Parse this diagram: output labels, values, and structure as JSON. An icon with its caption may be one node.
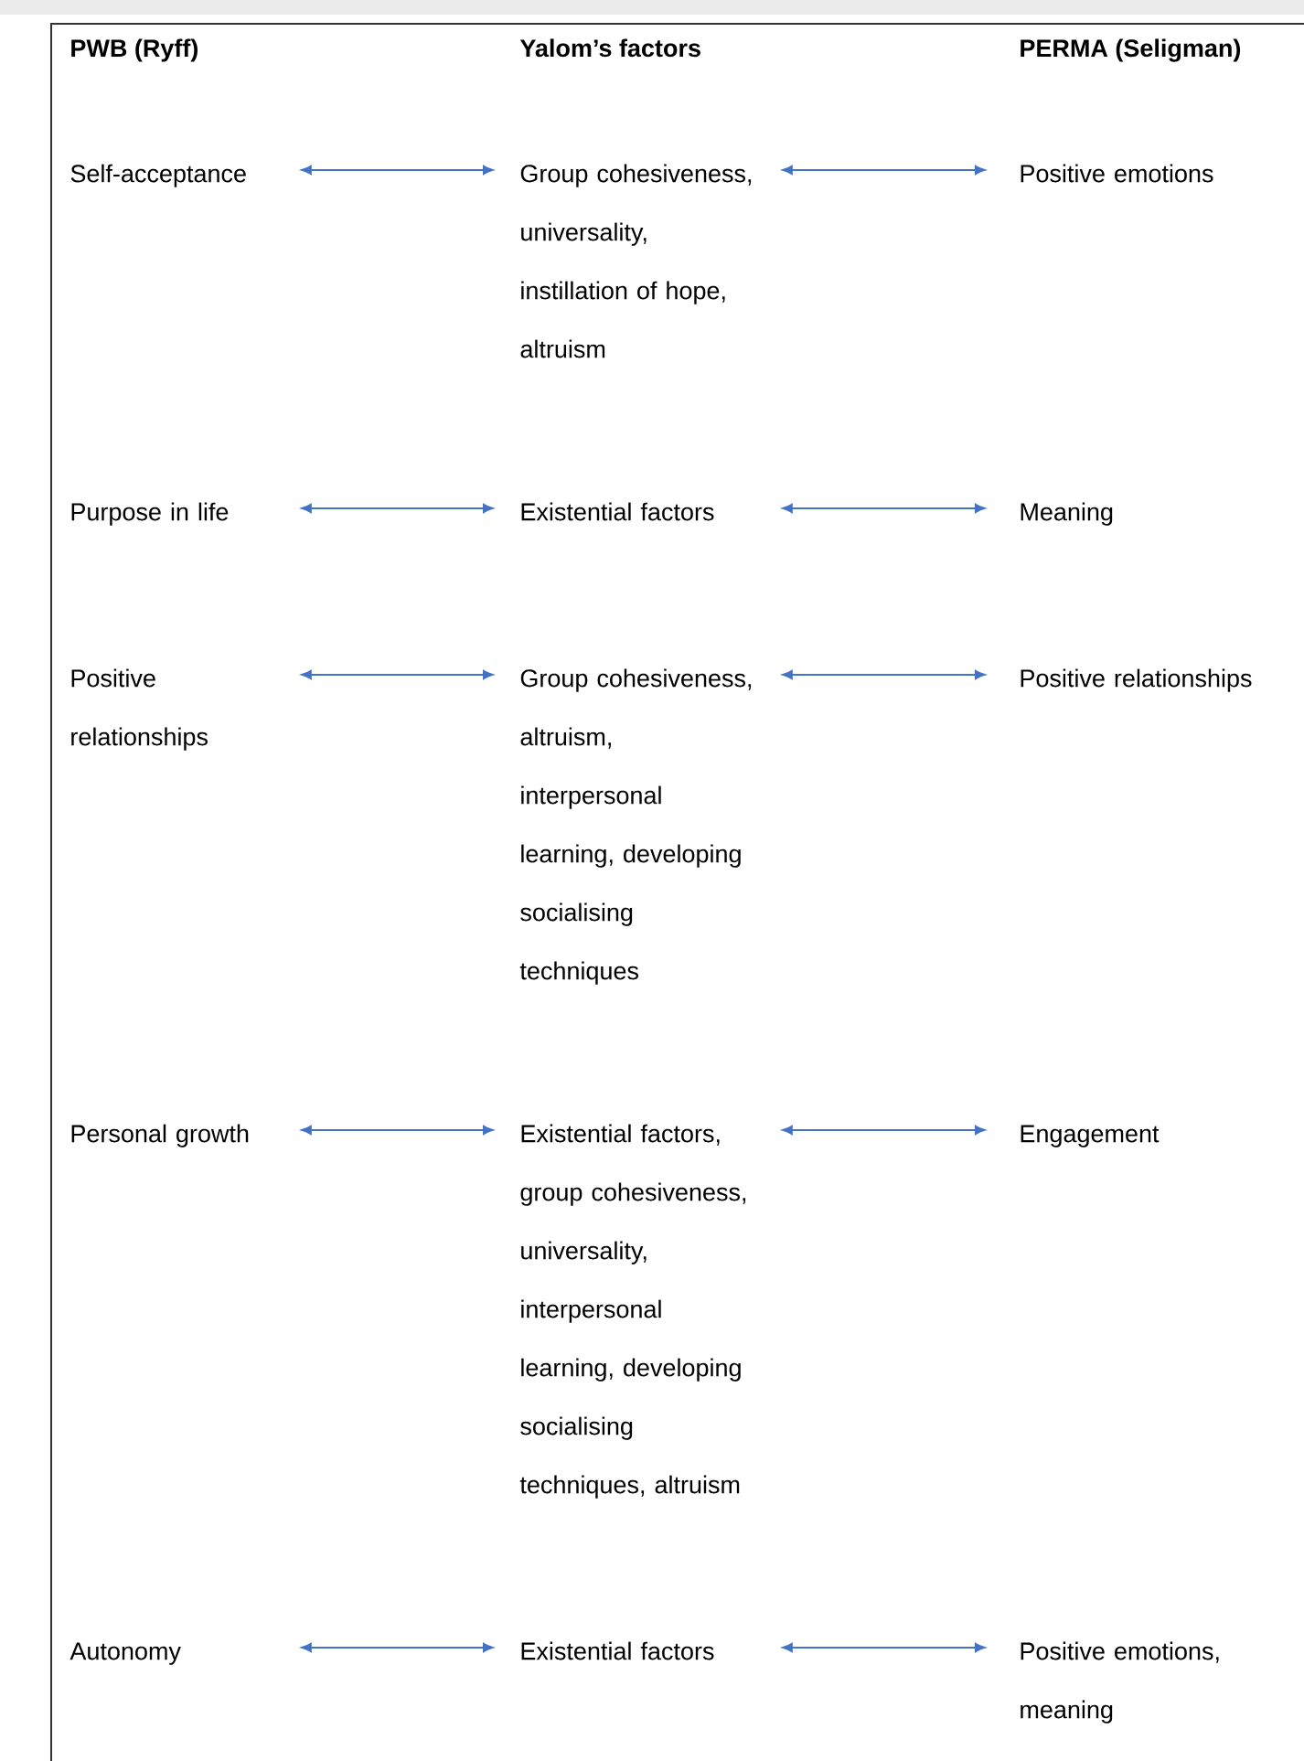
{
  "diagram": {
    "nodes": [
      {
        "text": [
          "Self-acceptance"
        ]
      },
      {
        "text": [
          "Group cohesiveness, universality, instillation of hope, altruism"
        ]
      },
      {
        "text": [
          "Positive emotions"
        ]
      },
      {
        "text": [
          "Purpose in life"
        ]
      },
      {
        "text": [
          "Existential factors"
        ]
      },
      {
        "text": [
          "Meaning"
        ]
      },
      {
        "text": [
          "Positive relationships"
        ]
      },
      {
        "text": [
          "Group cohesiveness, altruism, interpersonal learning, developing socialising techniques"
        ]
      },
      {
        "text": [
          "Positive relationships"
        ]
      },
      {
        "text": [
          "Personal growth"
        ]
      },
      {
        "text": [
          "Existential factors, group cohesiveness, universality, interpersonal learning, developing socialising techniques, altruism"
        ]
      },
      {
        "text": [
          "Engagement"
        ]
      },
      {
        "text": [
          "Autonomy"
        ]
      },
      {
        "text": [
          "Existential factors"
        ]
      },
      {
        "text": [
          "Positive emotions, meaning"
        ]
      }
    ],
    "edges": [
      {
        "from": 0,
        "to": 1,
        "arrow": "both"
      },
      {
        "from": 1,
        "to": 2,
        "arrow": "both"
      },
      {
        "from": 3,
        "to": 4,
        "arrow": "both"
      },
      {
        "from": 4,
        "to": 5,
        "arrow": "both"
      },
      {
        "from": 6,
        "to": 7,
        "arrow": "both"
      },
      {
        "from": 7,
        "to": 8,
        "arrow": "both"
      },
      {
        "from": 9,
        "to": 10,
        "arrow": "both"
      },
      {
        "from": 10,
        "to": 11,
        "arrow": "both"
      },
      {
        "from": 12,
        "to": 13,
        "arrow": "both"
      },
      {
        "from": 13,
        "to": 14,
        "arrow": "both"
      }
    ],
    "labels": [
      "PWB (Ryff)",
      "Yalom’s factors",
      "PERMA (Seligman)"
    ]
  }
}
